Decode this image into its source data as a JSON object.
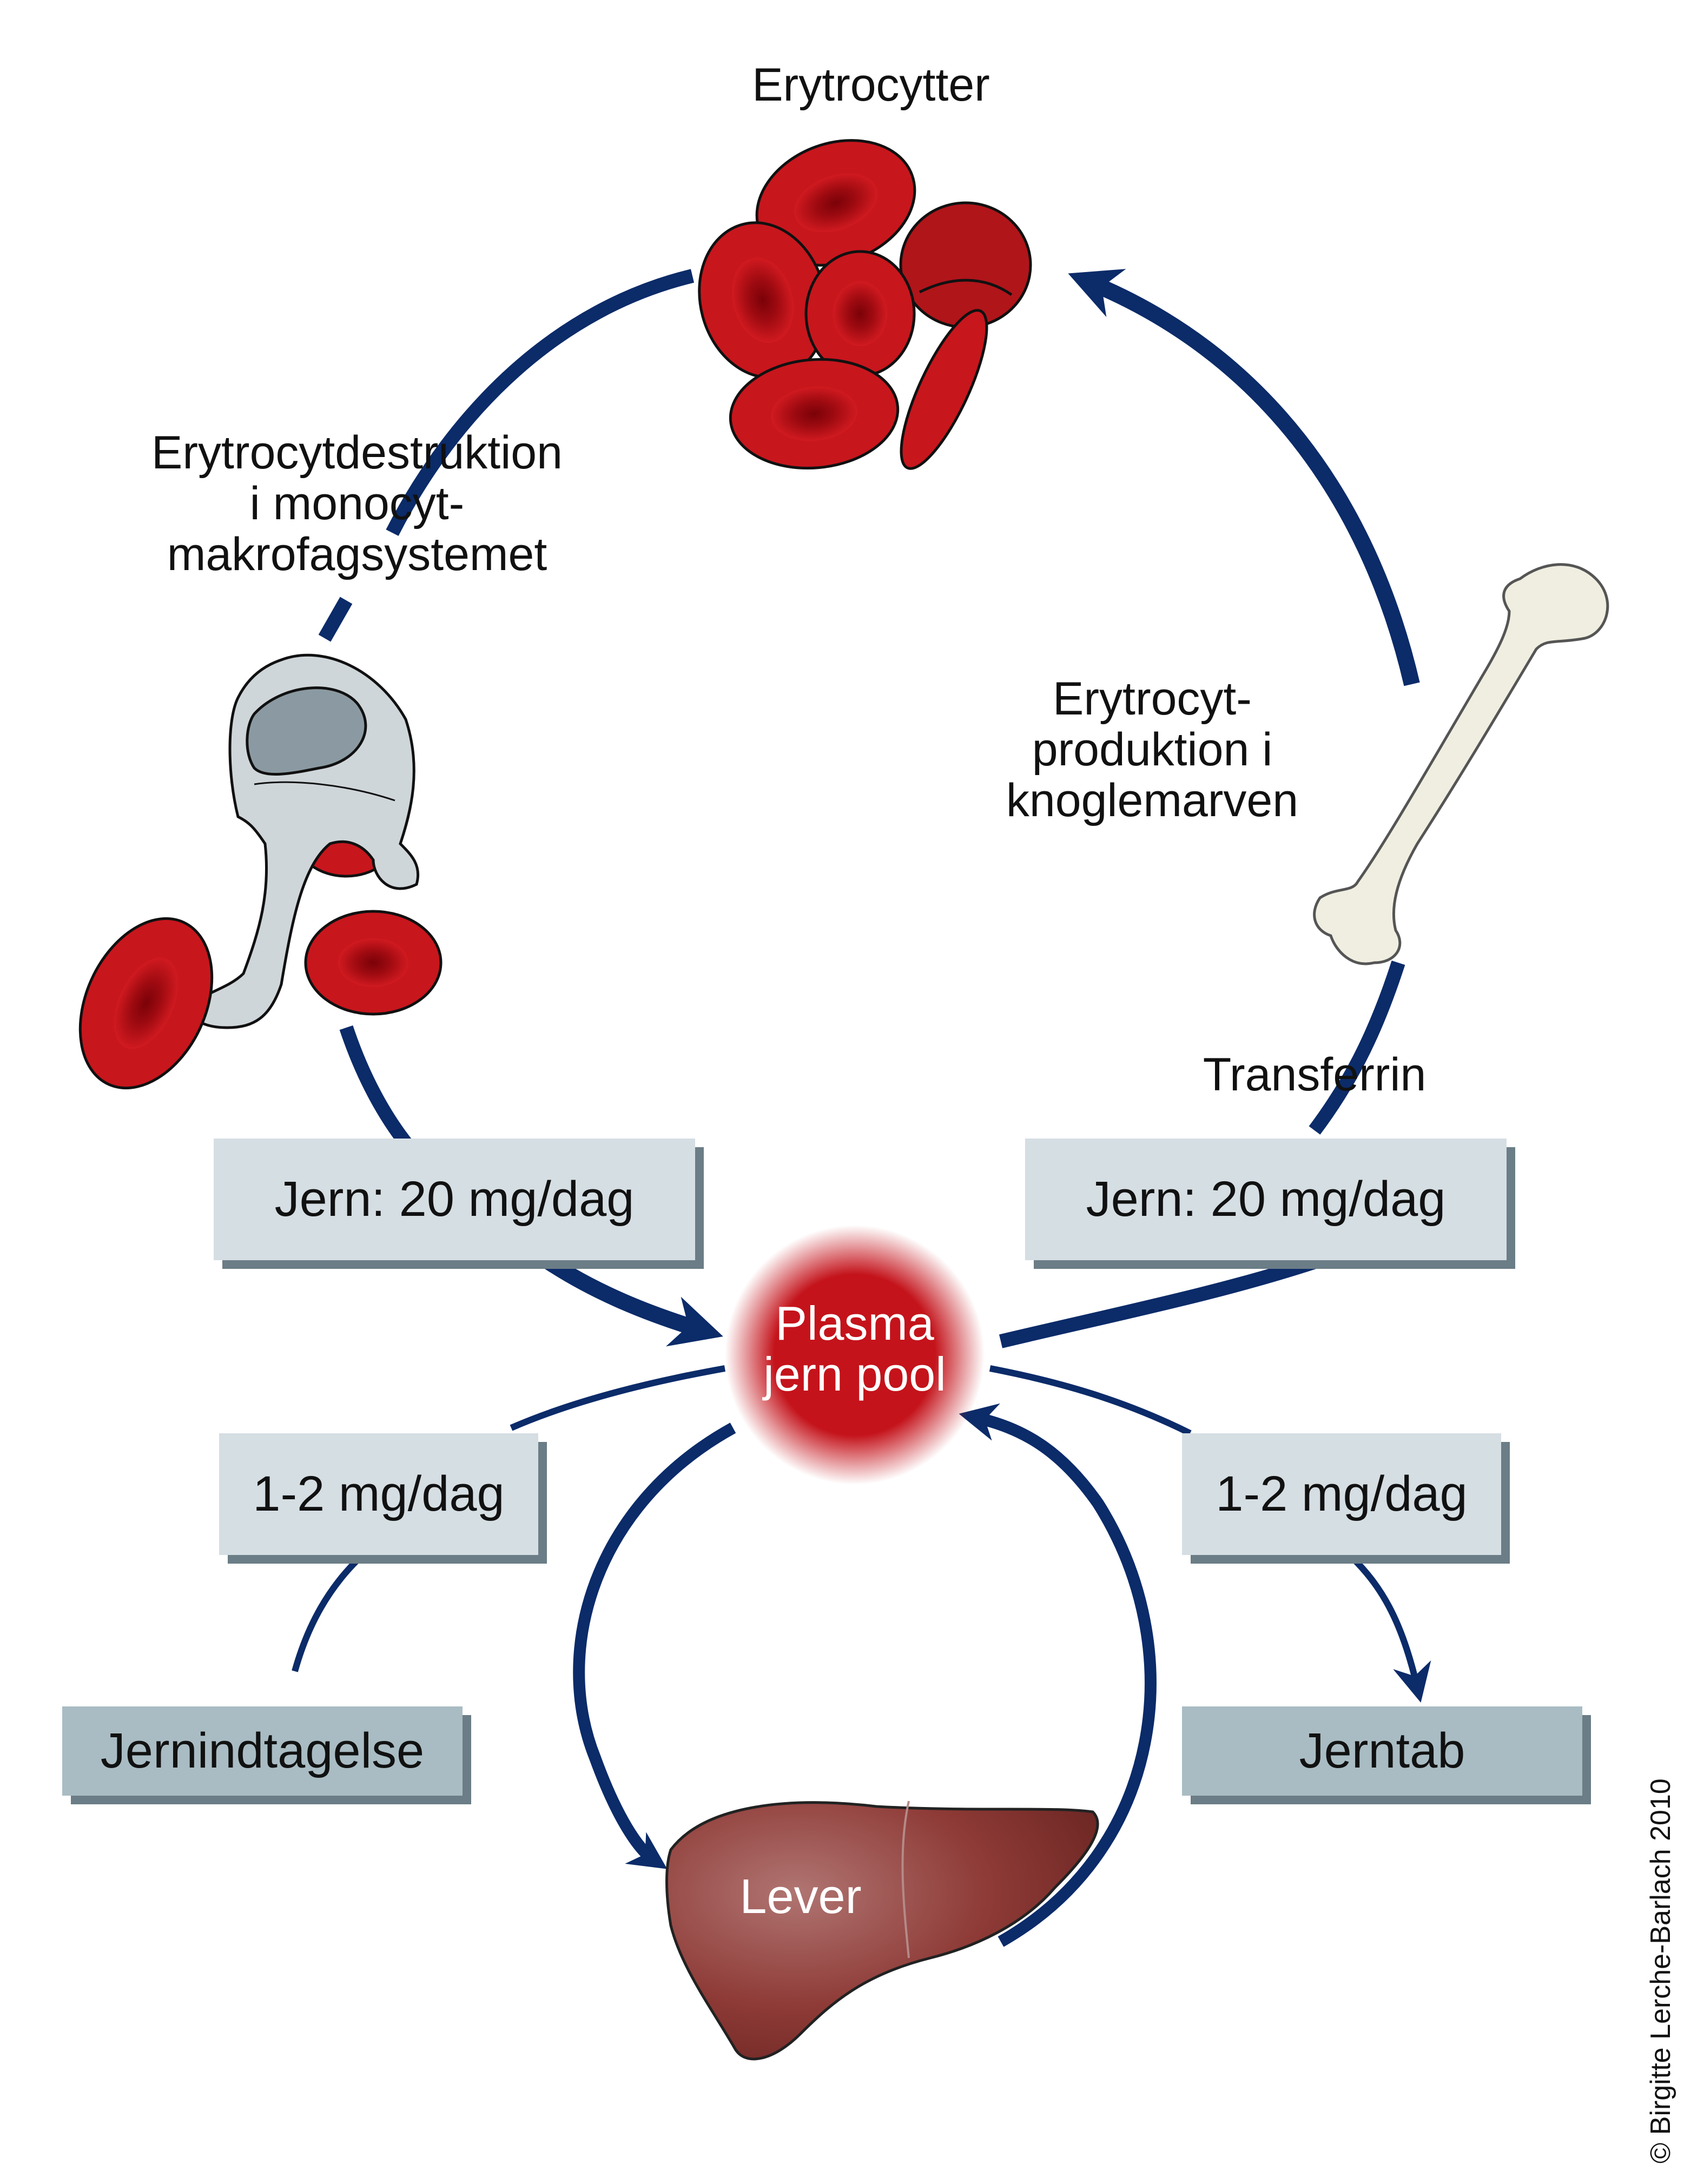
{
  "labels": {
    "erythrocytes": "Erytrocytter",
    "destruction": [
      "Erytrocytdestruktion",
      "i monocyt-",
      "makrofagsystemet"
    ],
    "production": [
      "Erytrocyt-",
      "produktion i",
      "knoglemarven"
    ],
    "transferrin": "Transferrin",
    "plasma": [
      "Plasma",
      "jern pool"
    ],
    "liver": "Lever"
  },
  "boxes": {
    "iron_left": "Jern: 20 mg/dag",
    "iron_right": "Jern: 20 mg/dag",
    "intake_rate": "1-2 mg/dag",
    "loss_rate": "1-2 mg/dag",
    "intake": "Jernindtagelse",
    "loss": "Jerntab"
  },
  "copyright": "© Birgitte Lerche-Barlach 2010",
  "colors": {
    "arrow": "#0b2b69",
    "rbc": "#c8161d",
    "rbc_center": "#8a0a10",
    "box": "#d5dee3",
    "box_dark": "#a9bcc3",
    "liver": "#8e3a36",
    "bone": "#efeee0",
    "macrophage": "#cfd6da"
  }
}
